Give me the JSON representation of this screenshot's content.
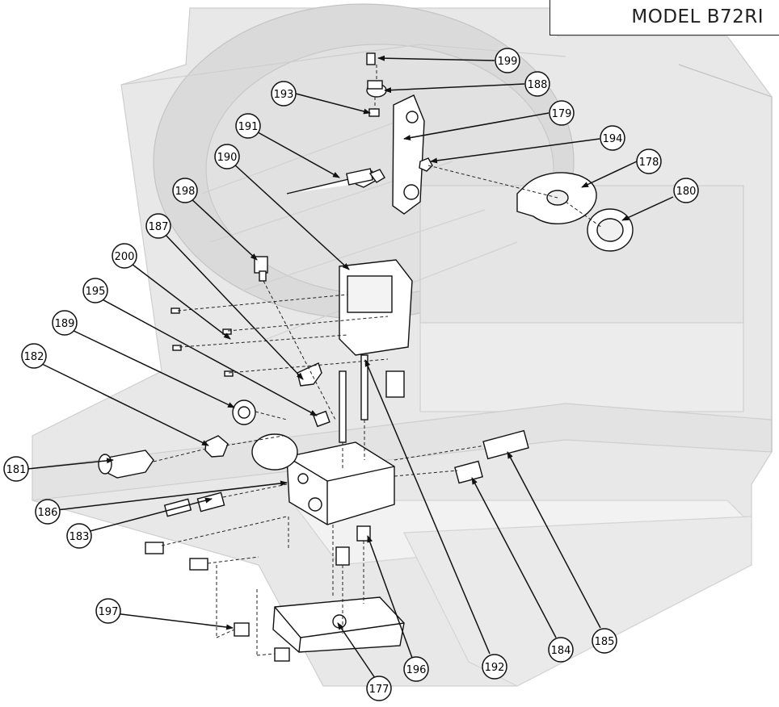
{
  "model_label": "MODEL B72RI",
  "callouts": [
    "177",
    "178",
    "179",
    "180",
    "181",
    "182",
    "183",
    "184",
    "185",
    "186",
    "187",
    "188",
    "189",
    "190",
    "191",
    "192",
    "193",
    "194",
    "195",
    "196",
    "197",
    "198",
    "199",
    "200"
  ]
}
